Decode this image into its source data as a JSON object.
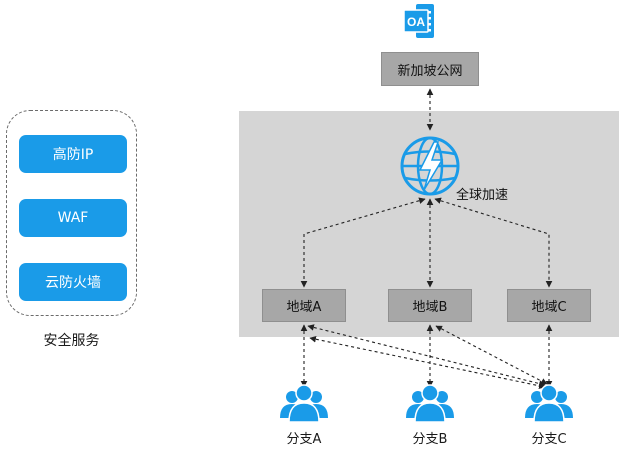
{
  "app_icon": {
    "name": "oa-app-icon",
    "text": "OA",
    "color": "#1a9be8"
  },
  "public_network": {
    "label": "新加坡公网"
  },
  "acceleration": {
    "label": "全球加速",
    "icon": "globe-lightning-icon",
    "color": "#1a9be8"
  },
  "regions": [
    {
      "label": "地域A"
    },
    {
      "label": "地域B"
    },
    {
      "label": "地域C"
    }
  ],
  "branches": [
    {
      "label": "分支A",
      "icon": "user-group-icon"
    },
    {
      "label": "分支B",
      "icon": "user-group-icon"
    },
    {
      "label": "分支C",
      "icon": "user-group-icon"
    }
  ],
  "security_services": {
    "caption": "安全服务",
    "items": [
      {
        "label": "高防IP"
      },
      {
        "label": "WAF"
      },
      {
        "label": "云防火墙"
      }
    ]
  },
  "colors": {
    "accent": "#1a9be8",
    "region_fill": "#d5d5d5",
    "node_fill": "#a7a7a7",
    "link": "#222222"
  }
}
